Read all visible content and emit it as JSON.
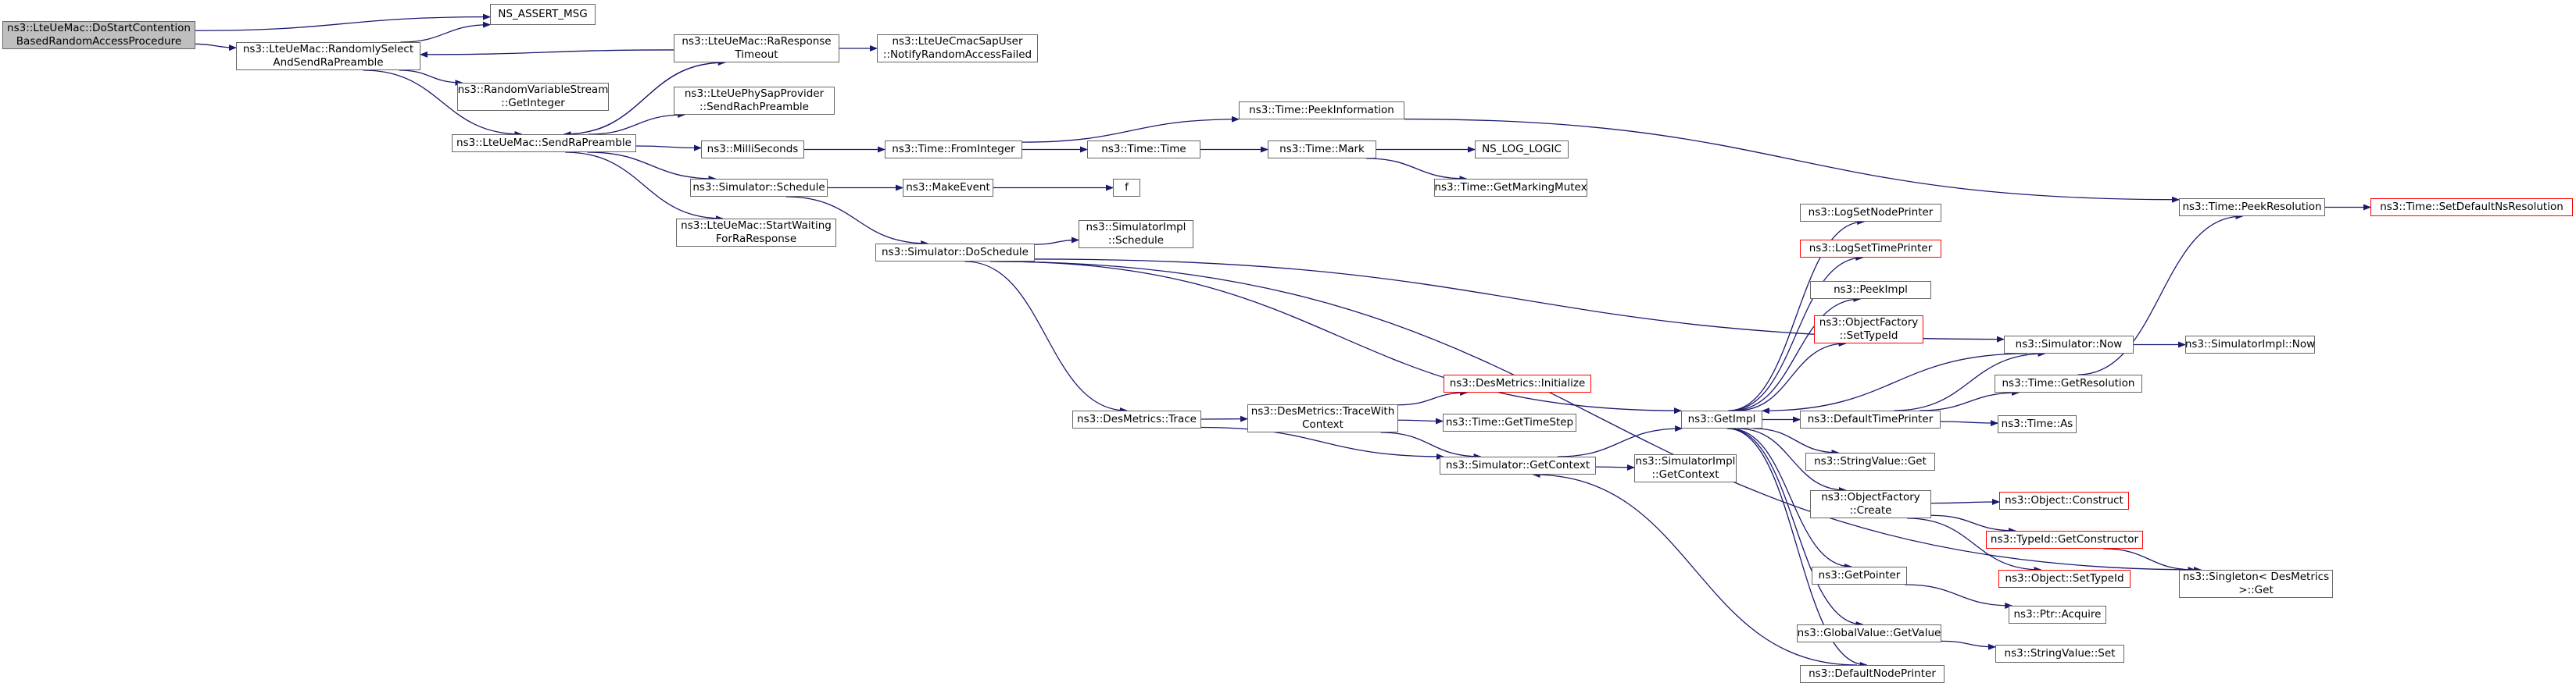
{
  "colors": {
    "edge": "#191970",
    "node_border": "#666666",
    "incomplete_border": "#ff0000",
    "root_fill": "#bfbfbf"
  },
  "nodes": [
    {
      "id": "root",
      "lines": [
        "ns3::LteUeMac::DoStartContention",
        "BasedRandomAccessProcedure"
      ],
      "style": "root"
    },
    {
      "id": "ns_assert",
      "lines": [
        "NS_ASSERT_MSG"
      ],
      "style": "normal"
    },
    {
      "id": "randsel",
      "lines": [
        "ns3::LteUeMac::RandomlySelect",
        "AndSendRaPreamble"
      ],
      "style": "normal"
    },
    {
      "id": "raresp",
      "lines": [
        "ns3::LteUeMac::RaResponse",
        "Timeout"
      ],
      "style": "normal"
    },
    {
      "id": "notify",
      "lines": [
        "ns3::LteUeCmacSapUser",
        "::NotifyRandomAccessFailed"
      ],
      "style": "normal"
    },
    {
      "id": "rvs",
      "lines": [
        "ns3::RandomVariableStream",
        "::GetInteger"
      ],
      "style": "normal"
    },
    {
      "id": "phy",
      "lines": [
        "ns3::LteUePhySapProvider",
        "::SendRachPreamble"
      ],
      "style": "normal"
    },
    {
      "id": "peekinfo",
      "lines": [
        "ns3::Time::PeekInformation"
      ],
      "style": "normal"
    },
    {
      "id": "sendra",
      "lines": [
        "ns3::LteUeMac::SendRaPreamble"
      ],
      "style": "normal"
    },
    {
      "id": "millis",
      "lines": [
        "ns3::MilliSeconds"
      ],
      "style": "normal"
    },
    {
      "id": "fromint",
      "lines": [
        "ns3::Time::FromInteger"
      ],
      "style": "normal"
    },
    {
      "id": "timetime",
      "lines": [
        "ns3::Time::Time"
      ],
      "style": "normal"
    },
    {
      "id": "mark",
      "lines": [
        "ns3::Time::Mark"
      ],
      "style": "normal"
    },
    {
      "id": "nslog",
      "lines": [
        "NS_LOG_LOGIC"
      ],
      "style": "normal"
    },
    {
      "id": "schedule",
      "lines": [
        "ns3::Simulator::Schedule"
      ],
      "style": "normal"
    },
    {
      "id": "makeevent",
      "lines": [
        "ns3::MakeEvent"
      ],
      "style": "normal"
    },
    {
      "id": "f",
      "lines": [
        "f"
      ],
      "style": "normal"
    },
    {
      "id": "getmarking",
      "lines": [
        "ns3::Time::GetMarkingMutex"
      ],
      "style": "normal"
    },
    {
      "id": "peekres",
      "lines": [
        "ns3::Time::PeekResolution"
      ],
      "style": "normal"
    },
    {
      "id": "setdefres",
      "lines": [
        "ns3::Time::SetDefaultNsResolution"
      ],
      "style": "incomplete"
    },
    {
      "id": "startwait",
      "lines": [
        "ns3::LteUeMac::StartWaiting",
        "ForRaResponse"
      ],
      "style": "normal"
    },
    {
      "id": "logsetnode",
      "lines": [
        "ns3::LogSetNodePrinter"
      ],
      "style": "normal"
    },
    {
      "id": "simimplsched",
      "lines": [
        "ns3::SimulatorImpl",
        "::Schedule"
      ],
      "style": "normal"
    },
    {
      "id": "logsettime",
      "lines": [
        "ns3::LogSetTimePrinter"
      ],
      "style": "incomplete"
    },
    {
      "id": "doschedule",
      "lines": [
        "ns3::Simulator::DoSchedule"
      ],
      "style": "normal"
    },
    {
      "id": "peekimpl",
      "lines": [
        "ns3::PeekImpl"
      ],
      "style": "normal"
    },
    {
      "id": "settypeid",
      "lines": [
        "ns3::ObjectFactory",
        "::SetTypeId"
      ],
      "style": "incomplete"
    },
    {
      "id": "simnow",
      "lines": [
        "ns3::Simulator::Now"
      ],
      "style": "normal"
    },
    {
      "id": "simimplnow",
      "lines": [
        "ns3::SimulatorImpl::Now"
      ],
      "style": "normal"
    },
    {
      "id": "desinit",
      "lines": [
        "ns3::DesMetrics::Initialize"
      ],
      "style": "incomplete"
    },
    {
      "id": "getres",
      "lines": [
        "ns3::Time::GetResolution"
      ],
      "style": "normal"
    },
    {
      "id": "deswith",
      "lines": [
        "ns3::DesMetrics::TraceWith",
        "Context"
      ],
      "style": "normal"
    },
    {
      "id": "destrace",
      "lines": [
        "ns3::DesMetrics::Trace"
      ],
      "style": "normal"
    },
    {
      "id": "gettimestep",
      "lines": [
        "ns3::Time::GetTimeStep"
      ],
      "style": "normal"
    },
    {
      "id": "getimpl",
      "lines": [
        "ns3::GetImpl"
      ],
      "style": "normal"
    },
    {
      "id": "deftimeprinter",
      "lines": [
        "ns3::DefaultTimePrinter"
      ],
      "style": "normal"
    },
    {
      "id": "timeas",
      "lines": [
        "ns3::Time::As"
      ],
      "style": "normal"
    },
    {
      "id": "stringvalueget",
      "lines": [
        "ns3::StringValue::Get"
      ],
      "style": "normal"
    },
    {
      "id": "simgetctx",
      "lines": [
        "ns3::Simulator::GetContext"
      ],
      "style": "normal"
    },
    {
      "id": "simimplgetctx",
      "lines": [
        "ns3::SimulatorImpl",
        "::GetContext"
      ],
      "style": "normal"
    },
    {
      "id": "objconstruct",
      "lines": [
        "ns3::Object::Construct"
      ],
      "style": "incomplete"
    },
    {
      "id": "ofcreate",
      "lines": [
        "ns3::ObjectFactory",
        "::Create"
      ],
      "style": "normal"
    },
    {
      "id": "typeidctor",
      "lines": [
        "ns3::TypeId::GetConstructor"
      ],
      "style": "incomplete"
    },
    {
      "id": "objsettypeid",
      "lines": [
        "ns3::Object::SetTypeId"
      ],
      "style": "incomplete"
    },
    {
      "id": "getpointer",
      "lines": [
        "ns3::GetPointer"
      ],
      "style": "normal"
    },
    {
      "id": "ptracquire",
      "lines": [
        "ns3::Ptr::Acquire"
      ],
      "style": "normal"
    },
    {
      "id": "singleton",
      "lines": [
        "ns3::Singleton< DesMetrics",
        " >::Get"
      ],
      "style": "normal"
    },
    {
      "id": "globalvalue",
      "lines": [
        "ns3::GlobalValue::GetValue"
      ],
      "style": "normal"
    },
    {
      "id": "stringvalueset",
      "lines": [
        "ns3::StringValue::Set"
      ],
      "style": "normal"
    },
    {
      "id": "defnodeprinter",
      "lines": [
        "ns3::DefaultNodePrinter"
      ],
      "style": "normal"
    }
  ],
  "edges": [
    [
      "root",
      "ns_assert"
    ],
    [
      "root",
      "randsel"
    ],
    [
      "randsel",
      "ns_assert"
    ],
    [
      "randsel",
      "rvs"
    ],
    [
      "randsel",
      "sendra"
    ],
    [
      "raresp",
      "randsel"
    ],
    [
      "raresp",
      "notify"
    ],
    [
      "raresp",
      "sendra"
    ],
    [
      "sendra",
      "raresp"
    ],
    [
      "sendra",
      "phy"
    ],
    [
      "sendra",
      "millis"
    ],
    [
      "sendra",
      "schedule"
    ],
    [
      "sendra",
      "startwait"
    ],
    [
      "millis",
      "fromint"
    ],
    [
      "fromint",
      "peekinfo"
    ],
    [
      "fromint",
      "timetime"
    ],
    [
      "peekinfo",
      "peekres"
    ],
    [
      "timetime",
      "mark"
    ],
    [
      "mark",
      "nslog"
    ],
    [
      "mark",
      "getmarking"
    ],
    [
      "peekres",
      "setdefres"
    ],
    [
      "schedule",
      "makeevent"
    ],
    [
      "schedule",
      "doschedule"
    ],
    [
      "makeevent",
      "f"
    ],
    [
      "doschedule",
      "simimplsched"
    ],
    [
      "doschedule",
      "simnow"
    ],
    [
      "doschedule",
      "getimpl"
    ],
    [
      "doschedule",
      "destrace"
    ],
    [
      "doschedule",
      "singleton"
    ],
    [
      "destrace",
      "deswith"
    ],
    [
      "destrace",
      "simgetctx"
    ],
    [
      "deswith",
      "desinit"
    ],
    [
      "deswith",
      "gettimestep"
    ],
    [
      "deswith",
      "simgetctx"
    ],
    [
      "simgetctx",
      "getimpl"
    ],
    [
      "simgetctx",
      "simimplgetctx"
    ],
    [
      "getimpl",
      "logsetnode"
    ],
    [
      "getimpl",
      "logsettime"
    ],
    [
      "getimpl",
      "peekimpl"
    ],
    [
      "getimpl",
      "settypeid"
    ],
    [
      "getimpl",
      "deftimeprinter"
    ],
    [
      "getimpl",
      "stringvalueget"
    ],
    [
      "getimpl",
      "ofcreate"
    ],
    [
      "getimpl",
      "getpointer"
    ],
    [
      "getimpl",
      "globalvalue"
    ],
    [
      "getimpl",
      "defnodeprinter"
    ],
    [
      "simnow",
      "getimpl"
    ],
    [
      "simnow",
      "simimplnow"
    ],
    [
      "deftimeprinter",
      "simnow"
    ],
    [
      "deftimeprinter",
      "getres"
    ],
    [
      "deftimeprinter",
      "timeas"
    ],
    [
      "getres",
      "peekres"
    ],
    [
      "ofcreate",
      "objconstruct"
    ],
    [
      "ofcreate",
      "typeidctor"
    ],
    [
      "ofcreate",
      "objsettypeid"
    ],
    [
      "typeidctor",
      "singleton"
    ],
    [
      "getpointer",
      "ptracquire"
    ],
    [
      "globalvalue",
      "stringvalueset"
    ],
    [
      "defnodeprinter",
      "simgetctx"
    ]
  ]
}
